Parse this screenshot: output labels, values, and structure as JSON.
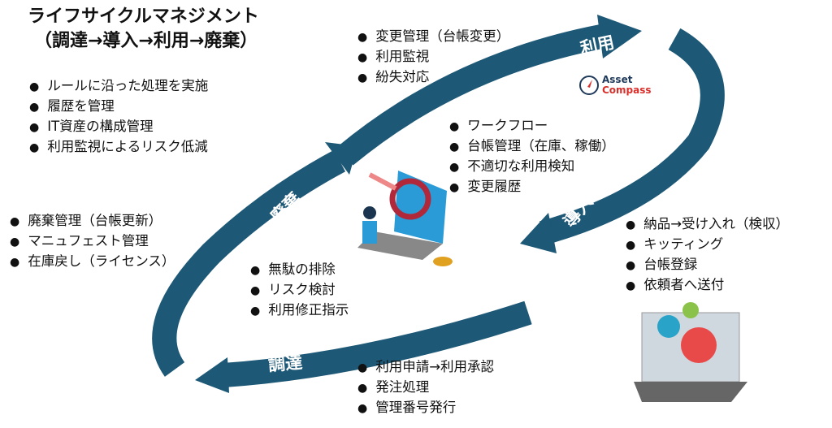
{
  "title": {
    "line1": "ライフサイクルマネジメント",
    "line2": "（調達→導入→利用→廃棄）"
  },
  "phases": {
    "riyou": "利用",
    "dounyu": "導入",
    "choutatsu": "調達",
    "haiki": "廃棄"
  },
  "lists": {
    "general": [
      "ルールに沿った処理を実施",
      "履歴を管理",
      "IT資産の構成管理",
      "利用監視によるリスク低減"
    ],
    "riyou": [
      "変更管理（台帳変更）",
      "利用監視",
      "紛失対応"
    ],
    "center": [
      "ワークフロー",
      "台帳管理（在庫、稼働）",
      "不適切な利用検知",
      "変更履歴"
    ],
    "haiki": [
      "廃棄管理（台帳更新）",
      "マニュフェスト管理",
      "在庫戻し（ライセンス）"
    ],
    "improve": [
      "無駄の排除",
      "リスク検討",
      "利用修正指示"
    ],
    "dounyu": [
      "納品→受け入れ（検収）",
      "キッティング",
      "台帳登録",
      "依頼者へ送付"
    ],
    "choutatsu": [
      "利用申請→利用承認",
      "発注処理",
      "管理番号発行"
    ]
  },
  "logo": {
    "line1": "Asset",
    "line2": "Compass"
  },
  "colors": {
    "ribbon": "#1d5876",
    "logo_red": "#d9302b",
    "logo_blue": "#1f3a5a"
  }
}
